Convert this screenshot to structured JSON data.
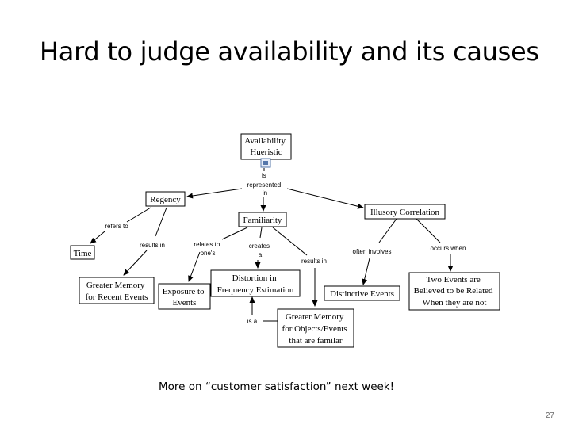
{
  "slide": {
    "title": "Hard to judge availability and its causes",
    "footer_note": "More on “customer satisfaction” next week!",
    "page_number": "27"
  },
  "diagram": {
    "nodes": {
      "availability": [
        "Availability",
        "Hueristic"
      ],
      "regency": [
        "Regency"
      ],
      "familiarity": [
        "Familiarity"
      ],
      "illusory": [
        "Illusory Correlation"
      ],
      "time": [
        "Time"
      ],
      "greater_recent": [
        "Greater Memory",
        "for Recent Events"
      ],
      "exposure": [
        "Exposure to",
        "Events"
      ],
      "distortion": [
        "Distortion in",
        "Frequency Estimation"
      ],
      "distinctive": [
        "Distinctive Events"
      ],
      "two_events": [
        "Two Events are",
        "Believed to be Related",
        "When they are not"
      ],
      "greater_objects": [
        "Greater Memory",
        "for Objects/Events",
        "that are familar"
      ]
    },
    "links": {
      "is_represented": [
        "is",
        "represented",
        "in"
      ],
      "refers_to": [
        "refers to"
      ],
      "results_in_1": [
        "results in"
      ],
      "relates_to": [
        "relates to",
        "one's"
      ],
      "creates": [
        "creates",
        "a"
      ],
      "results_in_2": [
        "results in"
      ],
      "often_involves": [
        "often involves"
      ],
      "occurs_when": [
        "occurs when"
      ],
      "is_a": [
        "is a"
      ]
    }
  },
  "colors": {
    "text": "#000000",
    "page_number": "#666666",
    "node_icon": "#5577aa"
  }
}
